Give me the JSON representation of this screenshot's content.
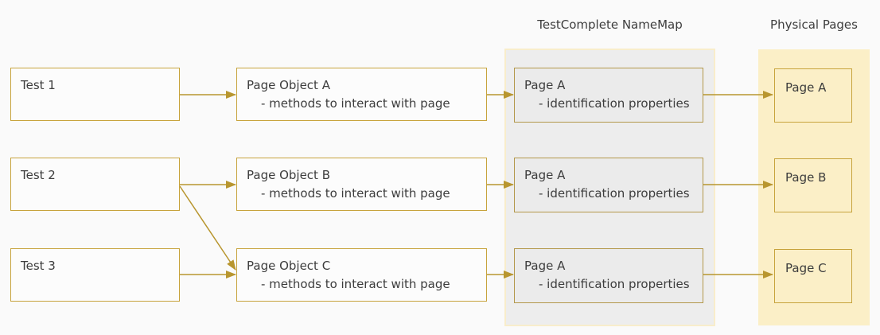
{
  "headers": {
    "namemap": "TestComplete NameMap",
    "physical": "Physical Pages"
  },
  "rows": [
    {
      "test": "Test 1",
      "page_object": {
        "title": "Page Object A",
        "detail": "- methods to interact with page"
      },
      "namemap": {
        "title": "Page A",
        "detail": "- identification properties"
      },
      "physical": "Page A"
    },
    {
      "test": "Test 2",
      "page_object": {
        "title": "Page Object B",
        "detail": "- methods to interact with page"
      },
      "namemap": {
        "title": "Page A",
        "detail": "- identification properties"
      },
      "physical": "Page B"
    },
    {
      "test": "Test 3",
      "page_object": {
        "title": "Page Object C",
        "detail": "- methods to interact with page"
      },
      "namemap": {
        "title": "Page A",
        "detail": "- identification properties"
      },
      "physical": "Page C"
    }
  ],
  "connections": [
    "Test 1 -> Page Object A",
    "Test 2 -> Page Object B",
    "Test 2 -> Page Object C",
    "Test 3 -> Page Object C",
    "Page Object A -> NameMap row 1",
    "Page Object B -> NameMap row 2",
    "Page Object C -> NameMap row 3",
    "NameMap row 1 -> Page A",
    "NameMap row 2 -> Page B",
    "NameMap row 3 -> Page C"
  ],
  "colors": {
    "background": "#FAFAFA",
    "text": "#3D3D3D",
    "border_gold": "#C7A33C",
    "arrow": "#B8962F",
    "band_gray": "#EDEDED",
    "band_gray_border": "#F8EDCB",
    "band_yellow": "#FBEFC7",
    "namemap_box_fill": "#EBEBEB",
    "namemap_box_border": "#B3984A",
    "box_fill": "#FCFCFC"
  }
}
